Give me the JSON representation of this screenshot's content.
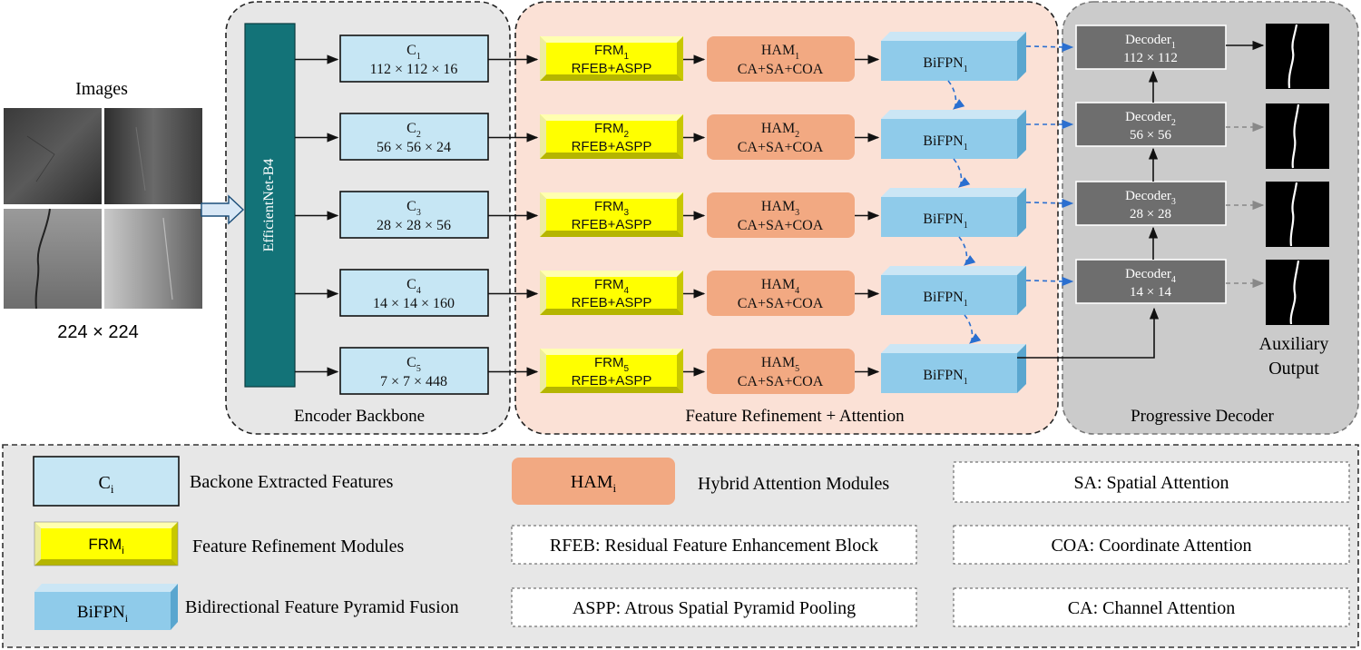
{
  "input": {
    "title": "Images",
    "size": "224 × 224"
  },
  "encoder": {
    "backbone_label": "EfficientNet-B4",
    "section_label": "Encoder Backbone",
    "features": [
      {
        "name": "C",
        "sub": "1",
        "dims": "112 × 112 × 16"
      },
      {
        "name": "C",
        "sub": "2",
        "dims": "56 × 56 × 24"
      },
      {
        "name": "C",
        "sub": "3",
        "dims": "28 × 28 × 56"
      },
      {
        "name": "C",
        "sub": "4",
        "dims": "14 × 14 × 160"
      },
      {
        "name": "C",
        "sub": "5",
        "dims": "7 × 7 × 448"
      }
    ]
  },
  "refinement": {
    "section_label": "Feature Refinement + Attention",
    "frm": [
      {
        "name": "FRM",
        "sub": "1",
        "detail": "RFEB+ASPP"
      },
      {
        "name": "FRM",
        "sub": "2",
        "detail": "RFEB+ASPP"
      },
      {
        "name": "FRM",
        "sub": "3",
        "detail": "RFEB+ASPP"
      },
      {
        "name": "FRM",
        "sub": "4",
        "detail": "RFEB+ASPP"
      },
      {
        "name": "FRM",
        "sub": "5",
        "detail": "RFEB+ASPP"
      }
    ],
    "ham": [
      {
        "name": "HAM",
        "sub": "1",
        "detail": "CA+SA+COA"
      },
      {
        "name": "HAM",
        "sub": "2",
        "detail": "CA+SA+COA"
      },
      {
        "name": "HAM",
        "sub": "3",
        "detail": "CA+SA+COA"
      },
      {
        "name": "HAM",
        "sub": "4",
        "detail": "CA+SA+COA"
      },
      {
        "name": "HAM",
        "sub": "5",
        "detail": "CA+SA+COA"
      }
    ],
    "bifpn": [
      {
        "name": "BiFPN",
        "sub": "1"
      },
      {
        "name": "BiFPN",
        "sub": "1"
      },
      {
        "name": "BiFPN",
        "sub": "1"
      },
      {
        "name": "BiFPN",
        "sub": "1"
      },
      {
        "name": "BiFPN",
        "sub": "1"
      }
    ]
  },
  "decoder": {
    "section_label": "Progressive Decoder",
    "aux_label_line1": "Auxiliary",
    "aux_label_line2": "Output",
    "stages": [
      {
        "name": "Decoder",
        "sub": "1",
        "dims": "112 × 112"
      },
      {
        "name": "Decoder",
        "sub": "2",
        "dims": "56 × 56"
      },
      {
        "name": "Decoder",
        "sub": "3",
        "dims": "28 × 28"
      },
      {
        "name": "Decoder",
        "sub": "4",
        "dims": "14 × 14"
      }
    ]
  },
  "legend": {
    "ci_box": {
      "name": "C",
      "sub": "i"
    },
    "ci_text": "Backone Extracted Features",
    "frm_box": {
      "name": "FRM",
      "sub": "i"
    },
    "frm_text": "Feature Refinement Modules",
    "bifpn_box": {
      "name": "BiFPN",
      "sub": "i"
    },
    "bifpn_text": "Bidirectional Feature Pyramid Fusion",
    "ham_box": {
      "name": "HAM",
      "sub": "i"
    },
    "ham_text": "Hybrid Attention Modules",
    "rfeb": "RFEB: Residual Feature Enhancement Block",
    "aspp": "ASPP: Atrous Spatial Pyramid Pooling",
    "sa": "SA: Spatial Attention",
    "coa": "COA: Coordinate Attention",
    "ca": "CA: Channel Attention"
  },
  "colors": {
    "feature_fill": "#c6e6f4",
    "frm_fill": "#ffff00",
    "ham_fill": "#f2a982",
    "bifpn_fill": "#8fcbea",
    "backbone_fill": "#137378",
    "decoder_fill": "#6e6e6e",
    "refine_bg": "#fbe1d6",
    "panel_bg": "#e7e7e7",
    "decoder_bg": "#cbcbcb",
    "arrow_blue": "#2a6fd0"
  }
}
